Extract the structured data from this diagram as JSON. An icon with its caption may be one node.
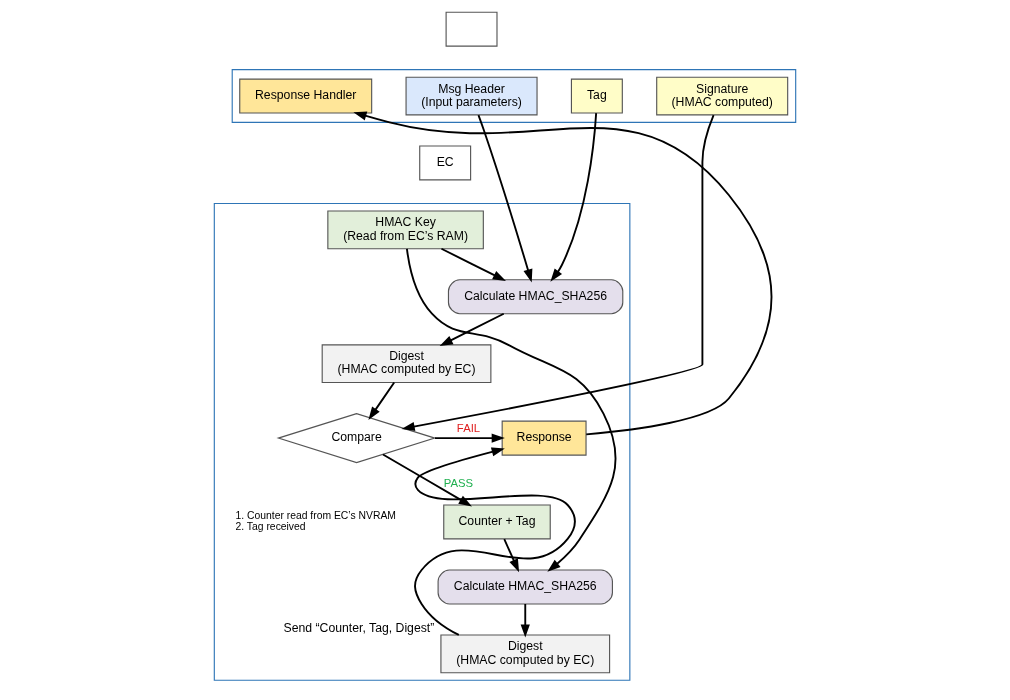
{
  "diagram": {
    "nodes": [
      {
        "text": [],
        "shape": "box"
      },
      {
        "text": [],
        "shape": "box"
      },
      {
        "text": [
          "Msg Header",
          "(Input parameters)"
        ],
        "in": 1
      },
      {
        "text": [
          "Tag"
        ],
        "in": 1
      },
      {
        "text": [
          "Signature",
          "(HMAC computed)"
        ],
        "in": 1
      },
      {
        "text": [
          "Response Handler"
        ],
        "in": 1
      },
      {
        "text": [
          "EC"
        ]
      },
      {
        "text": [],
        "shape": "box"
      },
      {
        "text": [
          "HMAC Key",
          "(Read from EC’s RAM)"
        ],
        "in": 7
      },
      {
        "text": [
          "Calculate HMAC_SHA256"
        ],
        "in": 7
      },
      {
        "text": [
          "Digest",
          "(HMAC computed by EC)"
        ],
        "in": 7
      },
      {
        "text": [
          "Compare"
        ],
        "in": 7
      },
      {
        "text": [
          "Response"
        ],
        "in": 7
      },
      {
        "text": [
          "Counter + Tag"
        ],
        "in": 7,
        "beside": [
          "1. Counter read from EC’s NVRAM",
          "2. Tag received"
        ]
      },
      {
        "text": [
          "Calculate HMAC_SHA256"
        ],
        "in": 7
      },
      {
        "text": [
          "Digest",
          "(HMAC computed by EC)"
        ],
        "in": 7,
        "beside": [
          "Send “Counter, Tag, Digest”"
        ]
      }
    ],
    "edges": [
      {
        "from": 2,
        "to": 9,
        "arrow": "to"
      },
      {
        "from": 3,
        "to": 9,
        "arrow": "to"
      },
      {
        "from": 8,
        "to": 9,
        "arrow": "to"
      },
      {
        "from": 9,
        "to": 10,
        "arrow": "to"
      },
      {
        "from": 10,
        "to": 11,
        "arrow": "to"
      },
      {
        "from": 4,
        "to": 11,
        "arrow": "to"
      },
      {
        "from": 11,
        "to": 12,
        "arrow": "to",
        "label": "FAIL"
      },
      {
        "from": 11,
        "to": 13,
        "arrow": "to",
        "label": "PASS"
      },
      {
        "from": 13,
        "to": 14,
        "arrow": "to"
      },
      {
        "from": 8,
        "to": 14,
        "arrow": "to"
      },
      {
        "from": 14,
        "to": 15,
        "arrow": "to"
      },
      {
        "from": 15,
        "to": 12,
        "arrow": "to"
      },
      {
        "from": 12,
        "to": 5,
        "arrow": "to"
      }
    ]
  }
}
